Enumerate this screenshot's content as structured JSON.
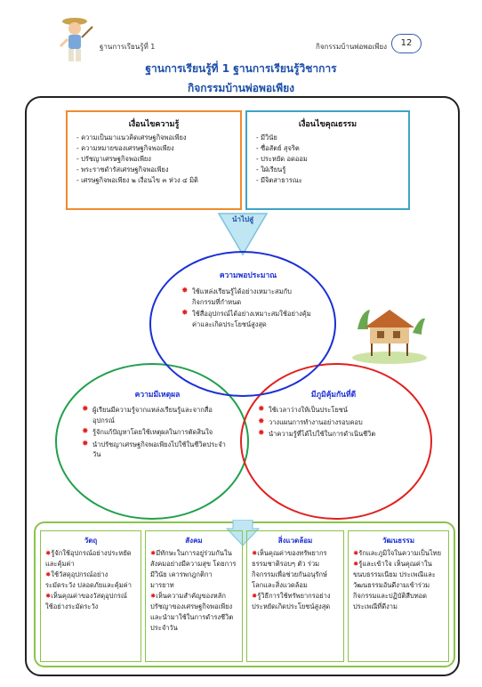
{
  "header": {
    "left": "ฐานการเรียนรู้ที่ 1",
    "right": "กิจกรรมบ้านพ่อพอเพียง",
    "page_number": "12",
    "title_line1": "ฐานการเรียนรู้ที่ 1 ฐานการเรียนรู้วิชาการ",
    "title_line2": "กิจกรรมบ้านพ่อพอเพียง"
  },
  "knowledge": {
    "title": "เงื่อนไขความรู้",
    "items": [
      "- ความเป็นมาแนวคิดเศรษฐกิจพอเพียง",
      "- ความหมายของเศรษฐกิจพอเพียง",
      "- ปรัชญาเศรษฐกิจพอเพียง",
      "- พระราชดำรัสเศรษฐกิจพอเพียง",
      "- เศรษฐกิจพอเพียง ๒ เงื่อนไข ๓ ห่วง ๔ มิติ"
    ]
  },
  "morality": {
    "title": "เงื่อนไขคุณธรรม",
    "items": [
      "- มีวินัย",
      "- ซื่อสัตย์ สุจริต",
      "- ประหยัด อดออม",
      "- ใฝ่เรียนรู้",
      "- มีจิตสาธารณะ"
    ]
  },
  "arrow_label": "นำไปสู่",
  "moderation": {
    "title": "ความพอประมาณ",
    "items": [
      "ใช้แหล่งเรียนรู้ได้อย่างเหมาะสมกับกิจกรรมที่กำหนด",
      "ใช้สื่ออุปกรณ์ได้อย่างเหมาะสมใช้อย่างคุ้มค่าและเกิดประโยชน์สูงสุด"
    ]
  },
  "reasonableness": {
    "title": "ความมีเหตุผล",
    "items": [
      "ผู้เรียนมีความรู้จากแหล่งเรียนรู้และจากสื่ออุปกรณ์",
      "รู้จักแก้ปัญหาโดยใช้เหตุผลในการตัดสินใจ",
      "นำปรัชญาเศรษฐกิจพอเพียงไปใช้ในชีวิตประจำวัน"
    ]
  },
  "immunity": {
    "title": "มีภูมิคุ้มกันที่ดี",
    "items": [
      "ใช้เวลาว่างให้เป็นประโยชน์",
      "วางแผนการทำงานอย่างรอบคอบ",
      "นำความรู้ที่ได้ไปใช้ในการดำเนินชีวิต"
    ]
  },
  "dimensions": [
    {
      "title": "วัตถุ",
      "items": [
        "รู้จักใช้อุปกรณ์อย่างประหยัดและคุ้มค่า",
        "ใช้วัสดุอุปกรณ์อย่างระมัดระวัง ปลอดภัยและคุ้มค่า",
        "เห็นคุณค่าของวัสดุอุปกรณ์ ใช้อย่างระมัดระวัง"
      ]
    },
    {
      "title": "สังคม",
      "items": [
        "มีทักษะในการอยู่ร่วมกันในสังคมอย่างมีความสุข โดยการมีวินัย เคารพกฎกติกา มารยาท",
        "เห็นความสำคัญของหลักปรัชญาของเศรษฐกิจพอเพียงและนำมาใช้ในการดำรงชีวิตประจำวัน"
      ]
    },
    {
      "title": "สิ่งแวดล้อม",
      "items": [
        "เห็นคุณค่าของทรัพยากรธรรมชาติรอบๆ ตัว ร่วมกิจกรรมเพื่อช่วยกันอนุรักษ์โลกและสิ่งแวดล้อม",
        "รู้วิธีการใช้ทรัพยากรอย่างประหยัดเกิดประโยชน์สูงสุด"
      ]
    },
    {
      "title": "วัฒนธรรม",
      "items": [
        "รักและภูมิใจในความเป็นไทย",
        "รู้และเข้าใจ เห็นคุณค่าในขนบธรรมเนียม ประเพณีและวัฒนธรรมอันดีงามเข้าร่วมกิจกรรมและปฏิบัติสืบทอดประเพณีที่ดีงาม"
      ]
    }
  ],
  "colors": {
    "title": "#1d4fa8",
    "knowledge_border": "#f08a2c",
    "morality_border": "#3ea3c4",
    "moderation": "#1b2fd6",
    "reasonableness": "#20a04a",
    "immunity": "#e02020",
    "dimension_border": "#8bc34a"
  }
}
